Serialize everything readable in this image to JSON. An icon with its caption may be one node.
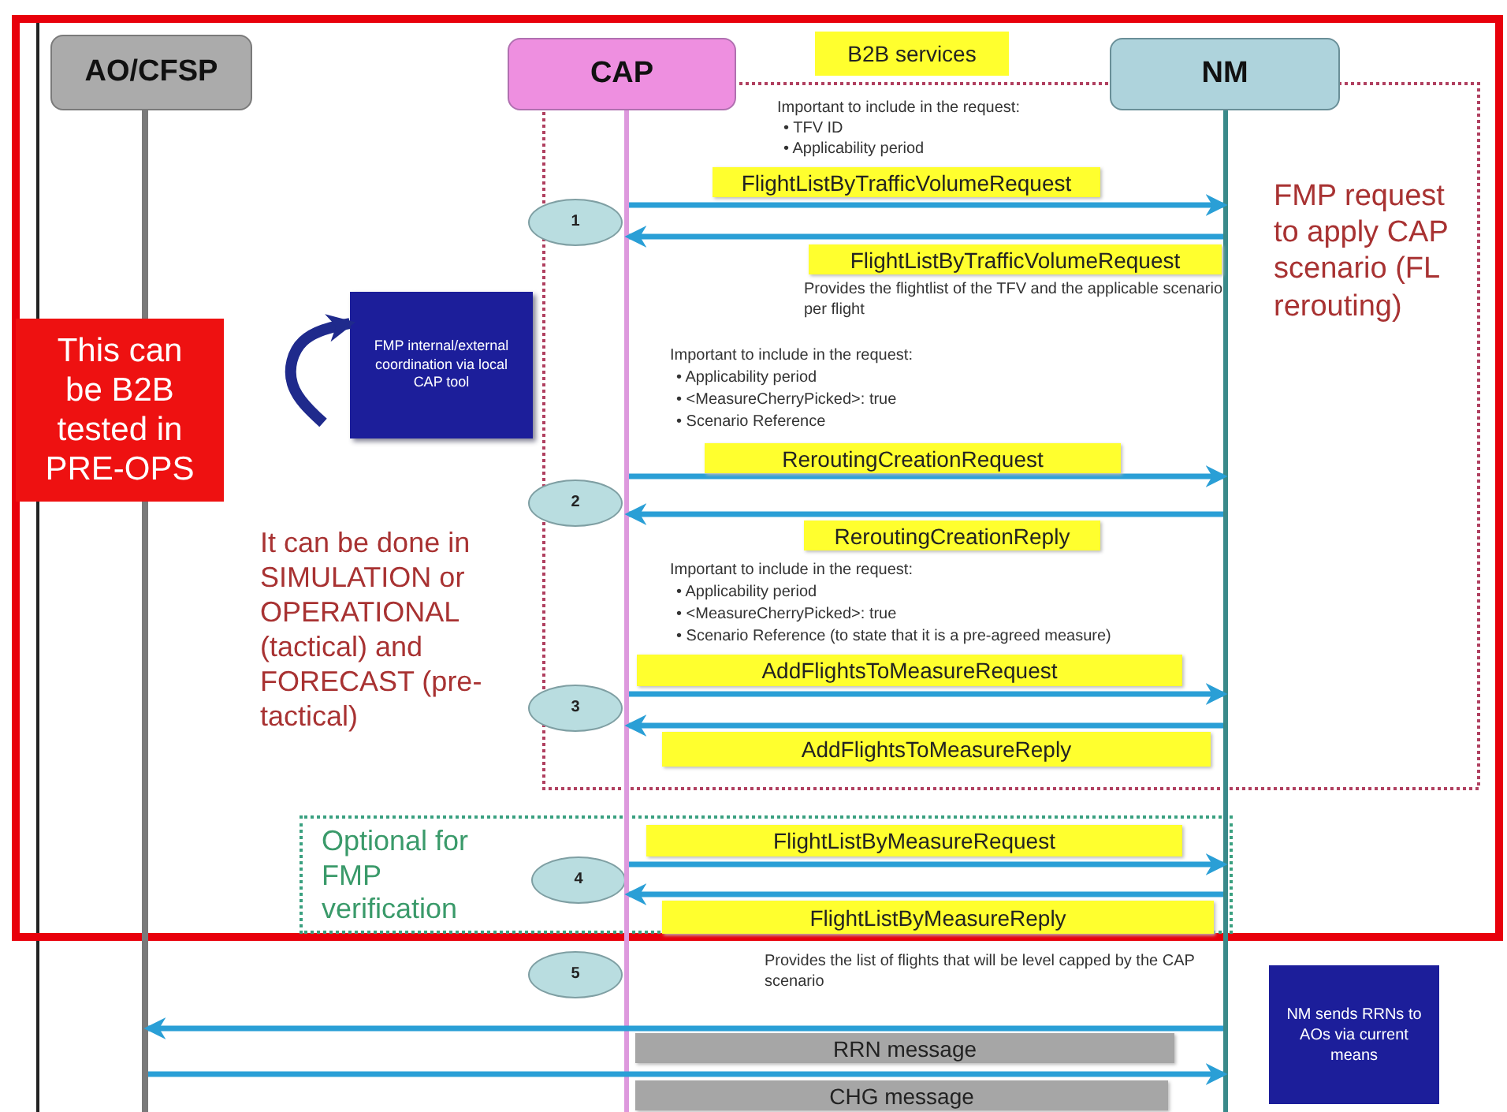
{
  "diagram": {
    "nodes": [
      {
        "text": [
          "AO/CFSP"
        ]
      },
      {
        "text": [
          "CAP"
        ]
      },
      {
        "text": [
          "B2B services"
        ]
      },
      {
        "text": [
          "NM"
        ]
      },
      {
        "text": [
          "1"
        ]
      },
      {
        "text": [
          "This can be B2B tested in PRE-OPS"
        ]
      },
      {
        "text": [
          "FMP internal/external coordination via local CAP tool"
        ]
      },
      {
        "text": [
          "2"
        ]
      },
      {
        "text": [
          "3"
        ]
      },
      {
        "text": [
          "Optional for FMP verification"
        ]
      },
      {
        "text": [
          "4"
        ],
        "in": 9
      },
      {
        "text": [
          "5"
        ]
      },
      {
        "text": [
          "NM sends RRNs to AOs via current means"
        ]
      },
      {
        "text": [],
        "shape": "bar"
      },
      {
        "text": [],
        "shape": "bar"
      },
      {
        "text": [],
        "shape": "bar"
      }
    ],
    "edges": [
      {
        "from": 14,
        "to": 15,
        "arrow": "to",
        "label": "FlightListByTrafficVolumeRequest"
      },
      {
        "from": 15,
        "to": 14,
        "arrow": "to",
        "label": "FlightListByTrafficVolumeRequest"
      },
      {
        "from": 14,
        "to": 15,
        "arrow": "to",
        "label": "ReroutingCreationRequest"
      },
      {
        "from": 15,
        "to": 14,
        "arrow": "to",
        "label": "ReroutingCreationReply"
      },
      {
        "from": 14,
        "to": 15,
        "arrow": "to",
        "label": "AddFlightsToMeasureRequest"
      },
      {
        "from": 15,
        "to": 14,
        "arrow": "to",
        "label": "AddFlightsToMeasureReply"
      },
      {
        "from": 14,
        "to": 15,
        "arrow": "to",
        "label": "FlightListByMeasureRequest"
      },
      {
        "from": 15,
        "to": 14,
        "arrow": "to",
        "label": "FlightListByMeasureReply"
      },
      {
        "from": 15,
        "to": 13,
        "arrow": "to",
        "label": "RRN message"
      },
      {
        "from": 13,
        "to": 15,
        "arrow": "to",
        "label": "CHG message"
      },
      {
        "from": null,
        "to": 6,
        "arrow": "to",
        "style": "thick",
        "color": "#1f2a8c"
      }
    ],
    "labels": [
      "Important to include in the request:",
      "• TFV ID",
      "• Applicability period",
      "FMP request to apply CAP scenario (FL rerouting)",
      "Provides the flightlist of the TFV and the applicable scenario per flight",
      "Important to include in the request:",
      "• Applicability period",
      "• <MeasureCherryPicked>: true",
      "• Scenario Reference",
      "It can be done in SIMULATION or OPERATIONAL (tactical) and FORECAST (pre-tactical)",
      "Important to include in the request:",
      "• Applicability period",
      "• <MeasureCherryPicked>: true",
      "• Scenario Reference (to state that it is a pre-agreed measure)",
      "Provides the list of flights that will be level capped by the CAP scenario"
    ]
  }
}
